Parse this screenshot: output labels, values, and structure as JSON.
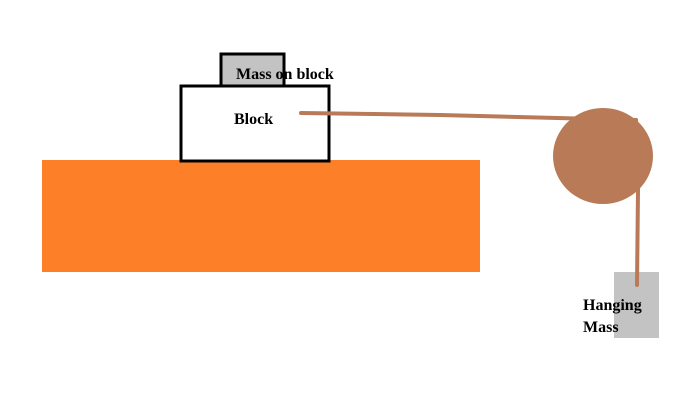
{
  "diagram": {
    "labels": {
      "mass_on_block": "Mass on block",
      "block": "Block",
      "hanging_mass_line1": "Hanging",
      "hanging_mass_line2": "Mass"
    },
    "colors": {
      "table": "#fd7f28",
      "pulley": "#b97a57",
      "rope": "#b97a57",
      "mass": "#c3c3c3",
      "block_fill": "#ffffff",
      "outline": "#000000"
    }
  }
}
